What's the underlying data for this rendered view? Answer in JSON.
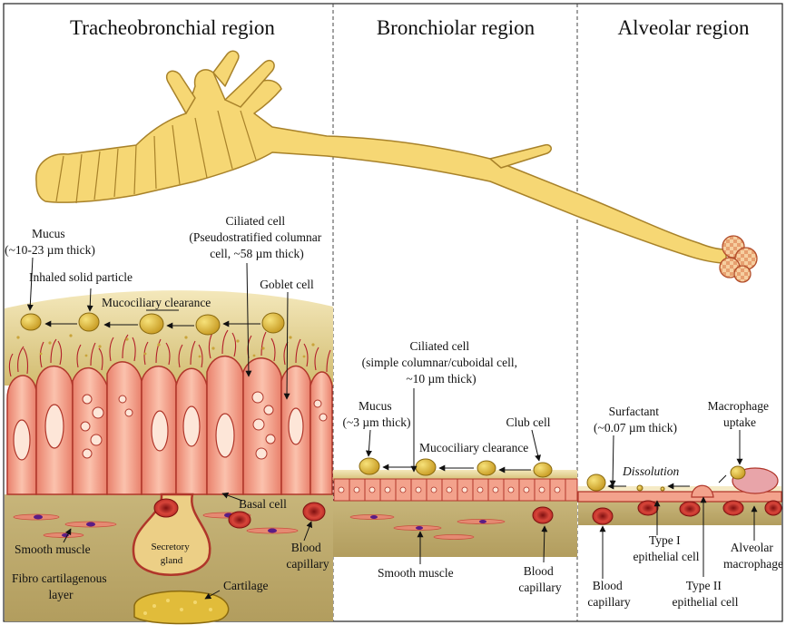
{
  "regions": {
    "tracheobronchial": "Tracheobronchial region",
    "bronchiolar": "Bronchiolar region",
    "alveolar": "Alveolar region"
  },
  "tracheo": {
    "mucus": [
      "Mucus",
      "(~10-23 µm thick)"
    ],
    "ciliated": [
      "Ciliated cell",
      "(Pseudostratified columnar",
      "cell, ~58 µm thick)"
    ],
    "particle": "Inhaled solid particle",
    "goblet": "Goblet cell",
    "clearance": "Mucociliary clearance",
    "basal": "Basal cell",
    "smooth_muscle": "Smooth muscle",
    "blood": [
      "Blood",
      "capillary"
    ],
    "secretory": [
      "Secretory",
      "gland"
    ],
    "fibro": [
      "Fibro cartilagenous",
      "layer"
    ],
    "cartilage": "Cartilage"
  },
  "bronchio": {
    "ciliated": [
      "Ciliated cell",
      "(simple columnar/cuboidal cell,",
      "~10 µm thick)"
    ],
    "mucus": [
      "Mucus",
      "(~3 µm thick)"
    ],
    "club": "Club cell",
    "clearance": "Mucociliary clearance",
    "smooth_muscle": "Smooth muscle",
    "blood": [
      "Blood",
      "capillary"
    ]
  },
  "alveolar": {
    "surfactant": [
      "Surfactant",
      "(~0.07 µm thick)"
    ],
    "macrophage_uptake": [
      "Macrophage",
      "uptake"
    ],
    "dissolution": "Dissolution",
    "type1": [
      "Type I",
      "epithelial cell"
    ],
    "alveolar_macrophage": [
      "Alveolar",
      "macrophage"
    ],
    "blood": [
      "Blood",
      "capillary"
    ],
    "type2": [
      "Type II",
      "epithelial cell"
    ]
  },
  "colors": {
    "airway_fill": "#f6d774",
    "airway_stroke": "#a8822a",
    "mucus_top": "#f1e4b0",
    "mucus_bottom": "#d8c37a",
    "cell_fill": "#f3a28c",
    "cell_stroke": "#b0362a",
    "tissue": "#c0ad72",
    "particle": "#e2b83a",
    "blood_cell": "#c9302a",
    "nucleus": "#5a1c86",
    "cilia": "#b21f2a"
  }
}
